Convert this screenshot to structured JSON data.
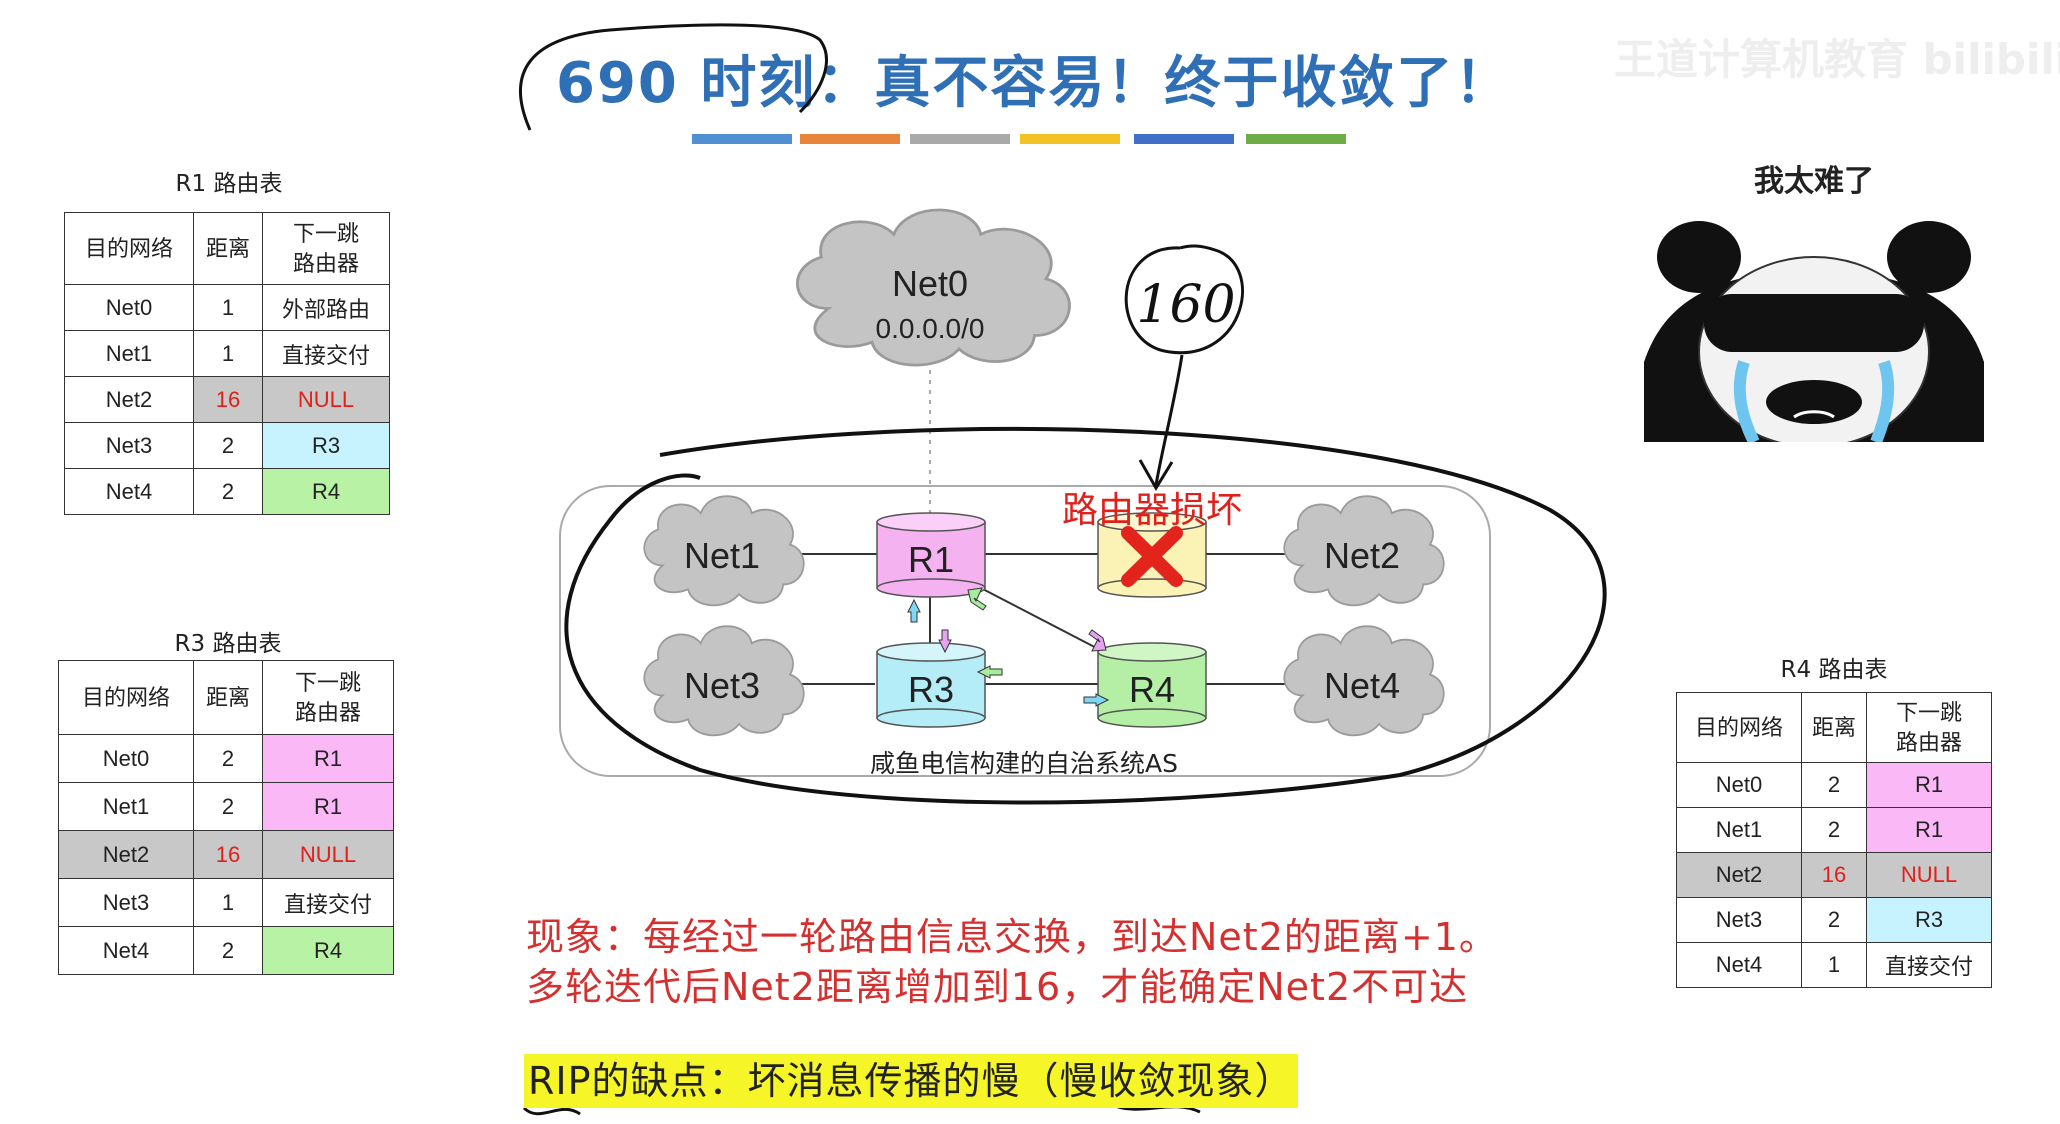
{
  "title": "690 时刻：真不容易！终于收敛了！",
  "watermark": "王道计算机教育 bilibili",
  "color_bars": [
    "#4f8fd2",
    "#e9853a",
    "#a9a9a9",
    "#f3c224",
    "#3f6fc6",
    "#6cad48"
  ],
  "r1_table": {
    "caption": "R1 路由表",
    "headers": [
      "目的网络",
      "距离",
      "下一跳\n路由器"
    ],
    "rows": [
      {
        "net": "Net0",
        "dist": "1",
        "hop": "外部路由"
      },
      {
        "net": "Net1",
        "dist": "1",
        "hop": "直接交付"
      },
      {
        "net": "Net2",
        "dist": "16",
        "hop": "NULL"
      },
      {
        "net": "Net3",
        "dist": "2",
        "hop": "R3"
      },
      {
        "net": "Net4",
        "dist": "2",
        "hop": "R4"
      }
    ]
  },
  "r3_table": {
    "caption": "R3 路由表",
    "headers": [
      "目的网络",
      "距离",
      "下一跳\n路由器"
    ],
    "rows": [
      {
        "net": "Net0",
        "dist": "2",
        "hop": "R1"
      },
      {
        "net": "Net1",
        "dist": "2",
        "hop": "R1"
      },
      {
        "net": "Net2",
        "dist": "16",
        "hop": "NULL"
      },
      {
        "net": "Net3",
        "dist": "1",
        "hop": "直接交付"
      },
      {
        "net": "Net4",
        "dist": "2",
        "hop": "R4"
      }
    ]
  },
  "r4_table": {
    "caption": "R4 路由表",
    "headers": [
      "目的网络",
      "距离",
      "下一跳\n路由器"
    ],
    "rows": [
      {
        "net": "Net0",
        "dist": "2",
        "hop": "R1"
      },
      {
        "net": "Net1",
        "dist": "2",
        "hop": "R1"
      },
      {
        "net": "Net2",
        "dist": "16",
        "hop": "NULL"
      },
      {
        "net": "Net3",
        "dist": "2",
        "hop": "R3"
      },
      {
        "net": "Net4",
        "dist": "1",
        "hop": "直接交付"
      }
    ]
  },
  "diagram": {
    "net0_label": "Net0",
    "net0_addr": "0.0.0.0/0",
    "handwritten_160": "160",
    "broken_label": "路由器损坏",
    "net1": "Net1",
    "net2": "Net2",
    "net3": "Net3",
    "net4": "Net4",
    "r1": "R1",
    "r3": "R3",
    "r4": "R4",
    "as_label": "咸鱼电信构建的自治系统AS"
  },
  "panda_caption": "我太难了",
  "phenomenon_line1": "现象：每经过一轮路由信息交换，到达Net2的距离+1。",
  "phenomenon_line2": "多轮迭代后Net2距离增加到16，才能确定Net2不可达",
  "rip_note": "RIP的缺点：坏消息传播的慢（慢收敛现象）"
}
